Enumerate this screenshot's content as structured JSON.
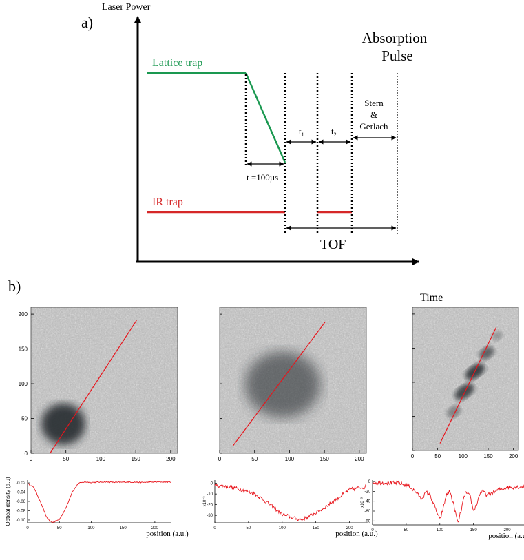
{
  "panel_a": {
    "label": "a)",
    "y_axis_label": "Laser Power",
    "x_axis_label": "Time",
    "absorption_line1": "Absorption",
    "absorption_line2": "Pulse",
    "lattice_label": "Lattice trap",
    "ir_label": "IR trap",
    "ramp_label": "t =100µs",
    "t1_main": "t",
    "t1_sub": "1",
    "t2_main": "t",
    "t2_sub": "2",
    "sg_line1": "Stern",
    "sg_line2": "&",
    "sg_line3": "Gerlach",
    "tof_label": "TOF",
    "colors": {
      "lattice": "#1a9850",
      "ir": "#d62728",
      "axis": "#000000"
    }
  },
  "panel_b": {
    "label": "b)",
    "image_x_ticks": [
      "0",
      "50",
      "100",
      "150",
      "200"
    ],
    "image_y_ticks": [
      "0",
      "50",
      "100",
      "150",
      "200"
    ],
    "image_tick_values": [
      0,
      50,
      100,
      150,
      200
    ],
    "profile_colors": {
      "trace": "#e8141b",
      "cut_line": "#e8141b"
    }
  },
  "chart_data": [
    {
      "type": "line",
      "panel": "b-left",
      "ylabel": "Optical density (a.u)",
      "xlabel": "position (a.u.)",
      "x_ticks": [
        "0",
        "50",
        "100",
        "150",
        "200"
      ],
      "y_ticks": [
        "-0.02",
        "-0.04",
        "-0.06",
        "-0.08",
        "-0.10"
      ],
      "xlim": [
        0,
        225
      ],
      "ylim": [
        -0.106,
        -0.014
      ],
      "series": [
        {
          "x": [
            0,
            10,
            20,
            30,
            35,
            40,
            50,
            60,
            70,
            80,
            90,
            100,
            120,
            140,
            160,
            180,
            200,
            225
          ],
          "values": [
            -0.021,
            -0.03,
            -0.06,
            -0.094,
            -0.103,
            -0.105,
            -0.099,
            -0.075,
            -0.04,
            -0.021,
            -0.018,
            -0.019,
            -0.018,
            -0.019,
            -0.018,
            -0.019,
            -0.018,
            -0.018
          ]
        }
      ]
    },
    {
      "type": "line",
      "panel": "b-middle",
      "ylabel": "x10⁻³",
      "xlabel": "position (a.u.)",
      "x_ticks": [
        "0",
        "50",
        "100",
        "150",
        "200"
      ],
      "y_ticks": [
        "0",
        "-10",
        "-20",
        "-30"
      ],
      "xlim": [
        0,
        225
      ],
      "ylim": [
        -37,
        3
      ],
      "series": [
        {
          "x": [
            0,
            20,
            40,
            60,
            80,
            100,
            120,
            130,
            140,
            160,
            180,
            200,
            225
          ],
          "values": [
            -2,
            -3,
            -6,
            -10,
            -19,
            -29,
            -33,
            -34,
            -31,
            -24,
            -15,
            -6,
            -3
          ]
        }
      ]
    },
    {
      "type": "line",
      "panel": "b-right",
      "ylabel": "x10⁻³",
      "xlabel": "position (a.u.)",
      "x_ticks": [
        "0",
        "50",
        "100",
        "150",
        "200"
      ],
      "y_ticks": [
        "0",
        "-20",
        "-40",
        "-60",
        "-80"
      ],
      "xlim": [
        0,
        225
      ],
      "ylim": [
        -88,
        3
      ],
      "series": [
        {
          "x": [
            0,
            40,
            55,
            65,
            72,
            80,
            85,
            95,
            100,
            105,
            110,
            115,
            120,
            127,
            133,
            138,
            145,
            150,
            155,
            160,
            165,
            170,
            185,
            200,
            225
          ],
          "values": [
            -2,
            -3,
            -10,
            -22,
            -35,
            -22,
            -26,
            -60,
            -78,
            -55,
            -25,
            -20,
            -45,
            -85,
            -50,
            -22,
            -30,
            -60,
            -45,
            -22,
            -20,
            -28,
            -18,
            -12,
            -10
          ]
        }
      ]
    }
  ]
}
